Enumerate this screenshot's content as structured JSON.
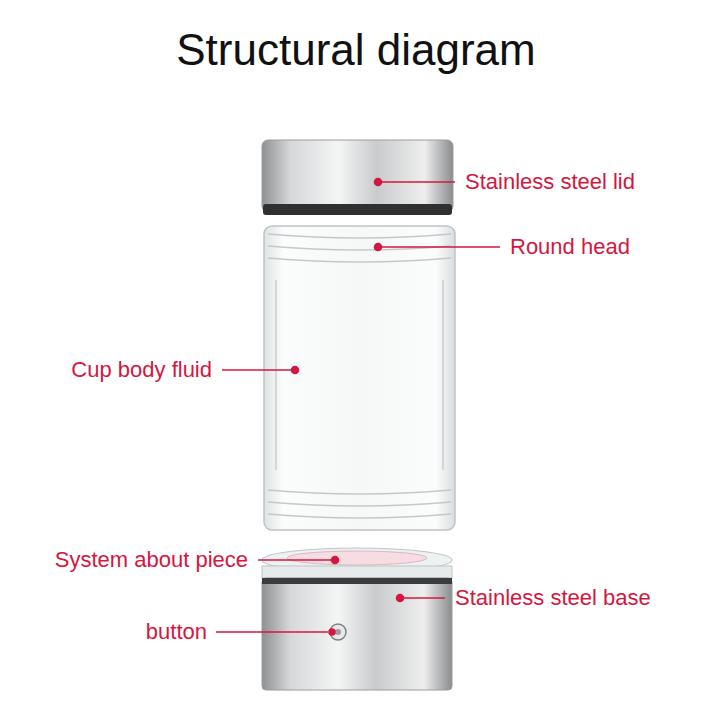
{
  "diagram": {
    "title": "Structural diagram",
    "labels": [
      "Stainless steel lid",
      "Round head",
      "Cup body fluid",
      "System about piece",
      "Stainless steel base",
      "button"
    ]
  }
}
